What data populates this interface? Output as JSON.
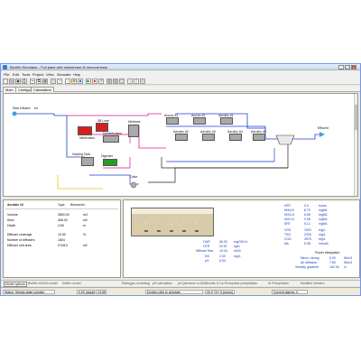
{
  "window": {
    "title": "BioWin Simulator - Full plant with sidestream N removal.bww",
    "minimize": "_",
    "maximize": "□",
    "close": "×"
  },
  "menu": [
    "File",
    "Edit",
    "Tools",
    "Project",
    "View",
    "Simulate",
    "Help"
  ],
  "toolbar": [
    "□",
    "▤",
    "▣",
    "⎙",
    "✂",
    "⧉",
    "▦",
    "◷",
    "?",
    "!",
    "⬢",
    "◆",
    "▶",
    "■",
    "↺",
    "▥",
    "▧",
    "◫",
    "⌂",
    "≡",
    "◎"
  ],
  "tabs": [
    "Main",
    "Configure",
    "Calculation"
  ],
  "diagram": {
    "labels": {
      "influent": "Raw Influent",
      "infl_no": "#4",
      "nitrification": "Nitrification",
      "denitrification": "Denitrification",
      "lime": "3B Lime",
      "methane": "Methane",
      "holding_tank": "Holding Tank",
      "digester": "Digester",
      "cake": "Cake",
      "anoxic1": "Anoxic #1",
      "anoxic2": "Anoxic #2",
      "aerobic1": "Aerobic #1",
      "aerobic2": "Aerobic #2",
      "aerobic3": "Aerobic #3",
      "aerobic4": "Aerobic #4",
      "aerobic5": "Aerobic #5",
      "effluent": "Effluent"
    }
  },
  "element_panel": {
    "name": "Aerobic #2",
    "type_label": "Type",
    "type_value": "Bioreactor",
    "rows": [
      {
        "k": "Volume",
        "v": "2800.00",
        "u": "m3"
      },
      {
        "k": "Area",
        "v": "466.40",
        "u": "m2"
      },
      {
        "k": "Depth",
        "v": "4.50",
        "u": "m"
      },
      {
        "k": "Diffuser coverage",
        "v": "10.00",
        "u": "%"
      },
      {
        "k": "Number of diffusers",
        "v": "1604",
        "u": ""
      },
      {
        "k": "Diffuser unit area",
        "v": "0.0410",
        "u": "m2"
      }
    ]
  },
  "results": {
    "left": [
      {
        "k": "OUR",
        "v": "36.23",
        "u": "mgO2/L/h"
      },
      {
        "k": "OTR",
        "v": "22.57",
        "u": "kg/h"
      },
      {
        "k": "Diffuser flow",
        "v": "10.16",
        "u": "m3/h"
      },
      {
        "k": "DO",
        "v": "2.00",
        "u": "mg/L"
      },
      {
        "k": "pH",
        "v": "6.53",
        "u": ""
      }
    ],
    "right": [
      {
        "k": "HRT",
        "v": "0.4",
        "u": "hours"
      },
      {
        "k": "NH4-N",
        "v": "8.70",
        "u": "mgN/L"
      },
      {
        "k": "NO3-N",
        "v": "6.55",
        "u": "mgN/L"
      },
      {
        "k": "NO2-N",
        "v": "0.06",
        "u": "mgN/L"
      },
      {
        "k": "SRT",
        "v": "5.12",
        "u": "mgN/L"
      },
      {
        "k": "VSS",
        "v": "1920",
        "u": "mg/L"
      },
      {
        "k": "TSS",
        "v": "2326",
        "u": "mg/L"
      },
      {
        "k": "COD",
        "v": "2875",
        "u": "mg/L"
      },
      {
        "k": "Alk",
        "v": "5.38",
        "u": "mmol/L"
      }
    ],
    "power": {
      "title": "Power dissipation",
      "rows": [
        {
          "k": "Mech. mixing",
          "v": "0.00",
          "u": "W/m3"
        },
        {
          "k": "Air diffusion",
          "v": "7.80",
          "u": "W/m3"
        },
        {
          "k": "Velocity gradient",
          "v": "162.30",
          "u": "/s"
        }
      ]
    }
  },
  "model_tabs": [
    "Model options",
    "BioWin AS/AD model",
    "Settler model",
    "Ratio(gas modeling)",
    "pH calculation",
    "pH (behavior in AD)",
    "Struvite & Ca-Phosphate precipitation",
    "Al Precipitation",
    "Modified Vesilind"
  ],
  "status": {
    "status": "Status: Steady state solution",
    "time": "0.00 (days)",
    "clock": "13:05",
    "info": "Double-click to simulate",
    "temp": "20.0 °C",
    "time_elapsed": "0 (hours)",
    "current": "Current alarms: 0"
  },
  "colors": {
    "flow_blue": "#1f3fd0",
    "flow_pink": "#e01a8c",
    "return_black": "#222222",
    "window_bg": "#ece9d8",
    "result_text": "#1a3ab5"
  }
}
